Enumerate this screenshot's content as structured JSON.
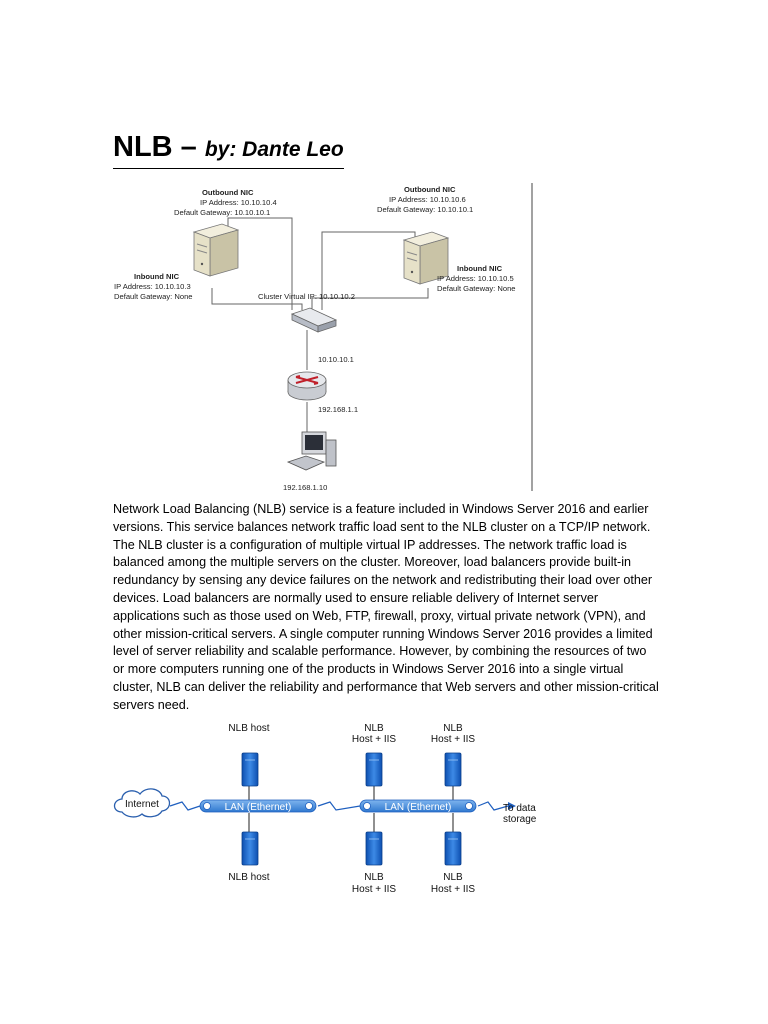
{
  "document": {
    "title_main": "NLB – ",
    "title_author": "by: Dante Leo",
    "paragraph": "Network Load Balancing (NLB) service is a feature included in Windows Server 2016 and earlier versions. This service balances network traffic load sent to the NLB cluster on a TCP/IP network. The NLB cluster is a configuration of multiple virtual IP addresses. The network traffic load is balanced among the multiple servers on the cluster. Moreover, load balancers provide built-in redundancy by sensing any device failures on the network and redistributing their load over other devices. Load balancers are normally used to ensure reliable delivery of Internet server applications such as those used on Web, FTP, firewall, proxy, virtual private network (VPN), and other mission-critical servers. A single computer running Windows Server 2016 provides a limited level of server reliability and scalable performance. However, by combining the resources of two or more computers running one of the products in Windows Server 2016 into a single virtual cluster, NLB can deliver the reliability and performance that Web servers and other mission-critical servers need."
  },
  "diagram1": {
    "left_outbound": {
      "title": "Outbound NIC",
      "ip": "IP Address: 10.10.10.4",
      "gw": "Default Gateway: 10.10.10.1"
    },
    "right_outbound": {
      "title": "Outbound NIC",
      "ip": "IP Address: 10.10.10.6",
      "gw": "Default Gateway: 10.10.10.1"
    },
    "left_inbound": {
      "title": "Inbound NIC",
      "ip": "IP Address: 10.10.10.3",
      "gw": "Default Gateway: None"
    },
    "right_inbound": {
      "title": "Inbound NIC",
      "ip": "IP Address: 10.10.10.5",
      "gw": "Default Gateway: None"
    },
    "cluster_ip": "Cluster Virtual IP: 10.10.10.2",
    "switch_ip": "10.10.10.1",
    "router_ip": "192.168.1.1",
    "client_ip": "192.168.1.10"
  },
  "diagram2": {
    "top_labels": [
      "NLB host",
      "NLB",
      "Host + IIS",
      "NLB",
      "Host + IIS"
    ],
    "bottom_labels": [
      "NLB host",
      "NLB",
      "Host + IIS",
      "NLB",
      "Host + IIS"
    ],
    "internet": "Internet",
    "lan_label": "LAN (Ethernet)",
    "storage_line1": "To data",
    "storage_line2": "storage",
    "colors": {
      "server_blue": "#1e6fd0",
      "lan_blue": "#3a86d8",
      "cloud_stroke": "#2a5fae"
    }
  }
}
